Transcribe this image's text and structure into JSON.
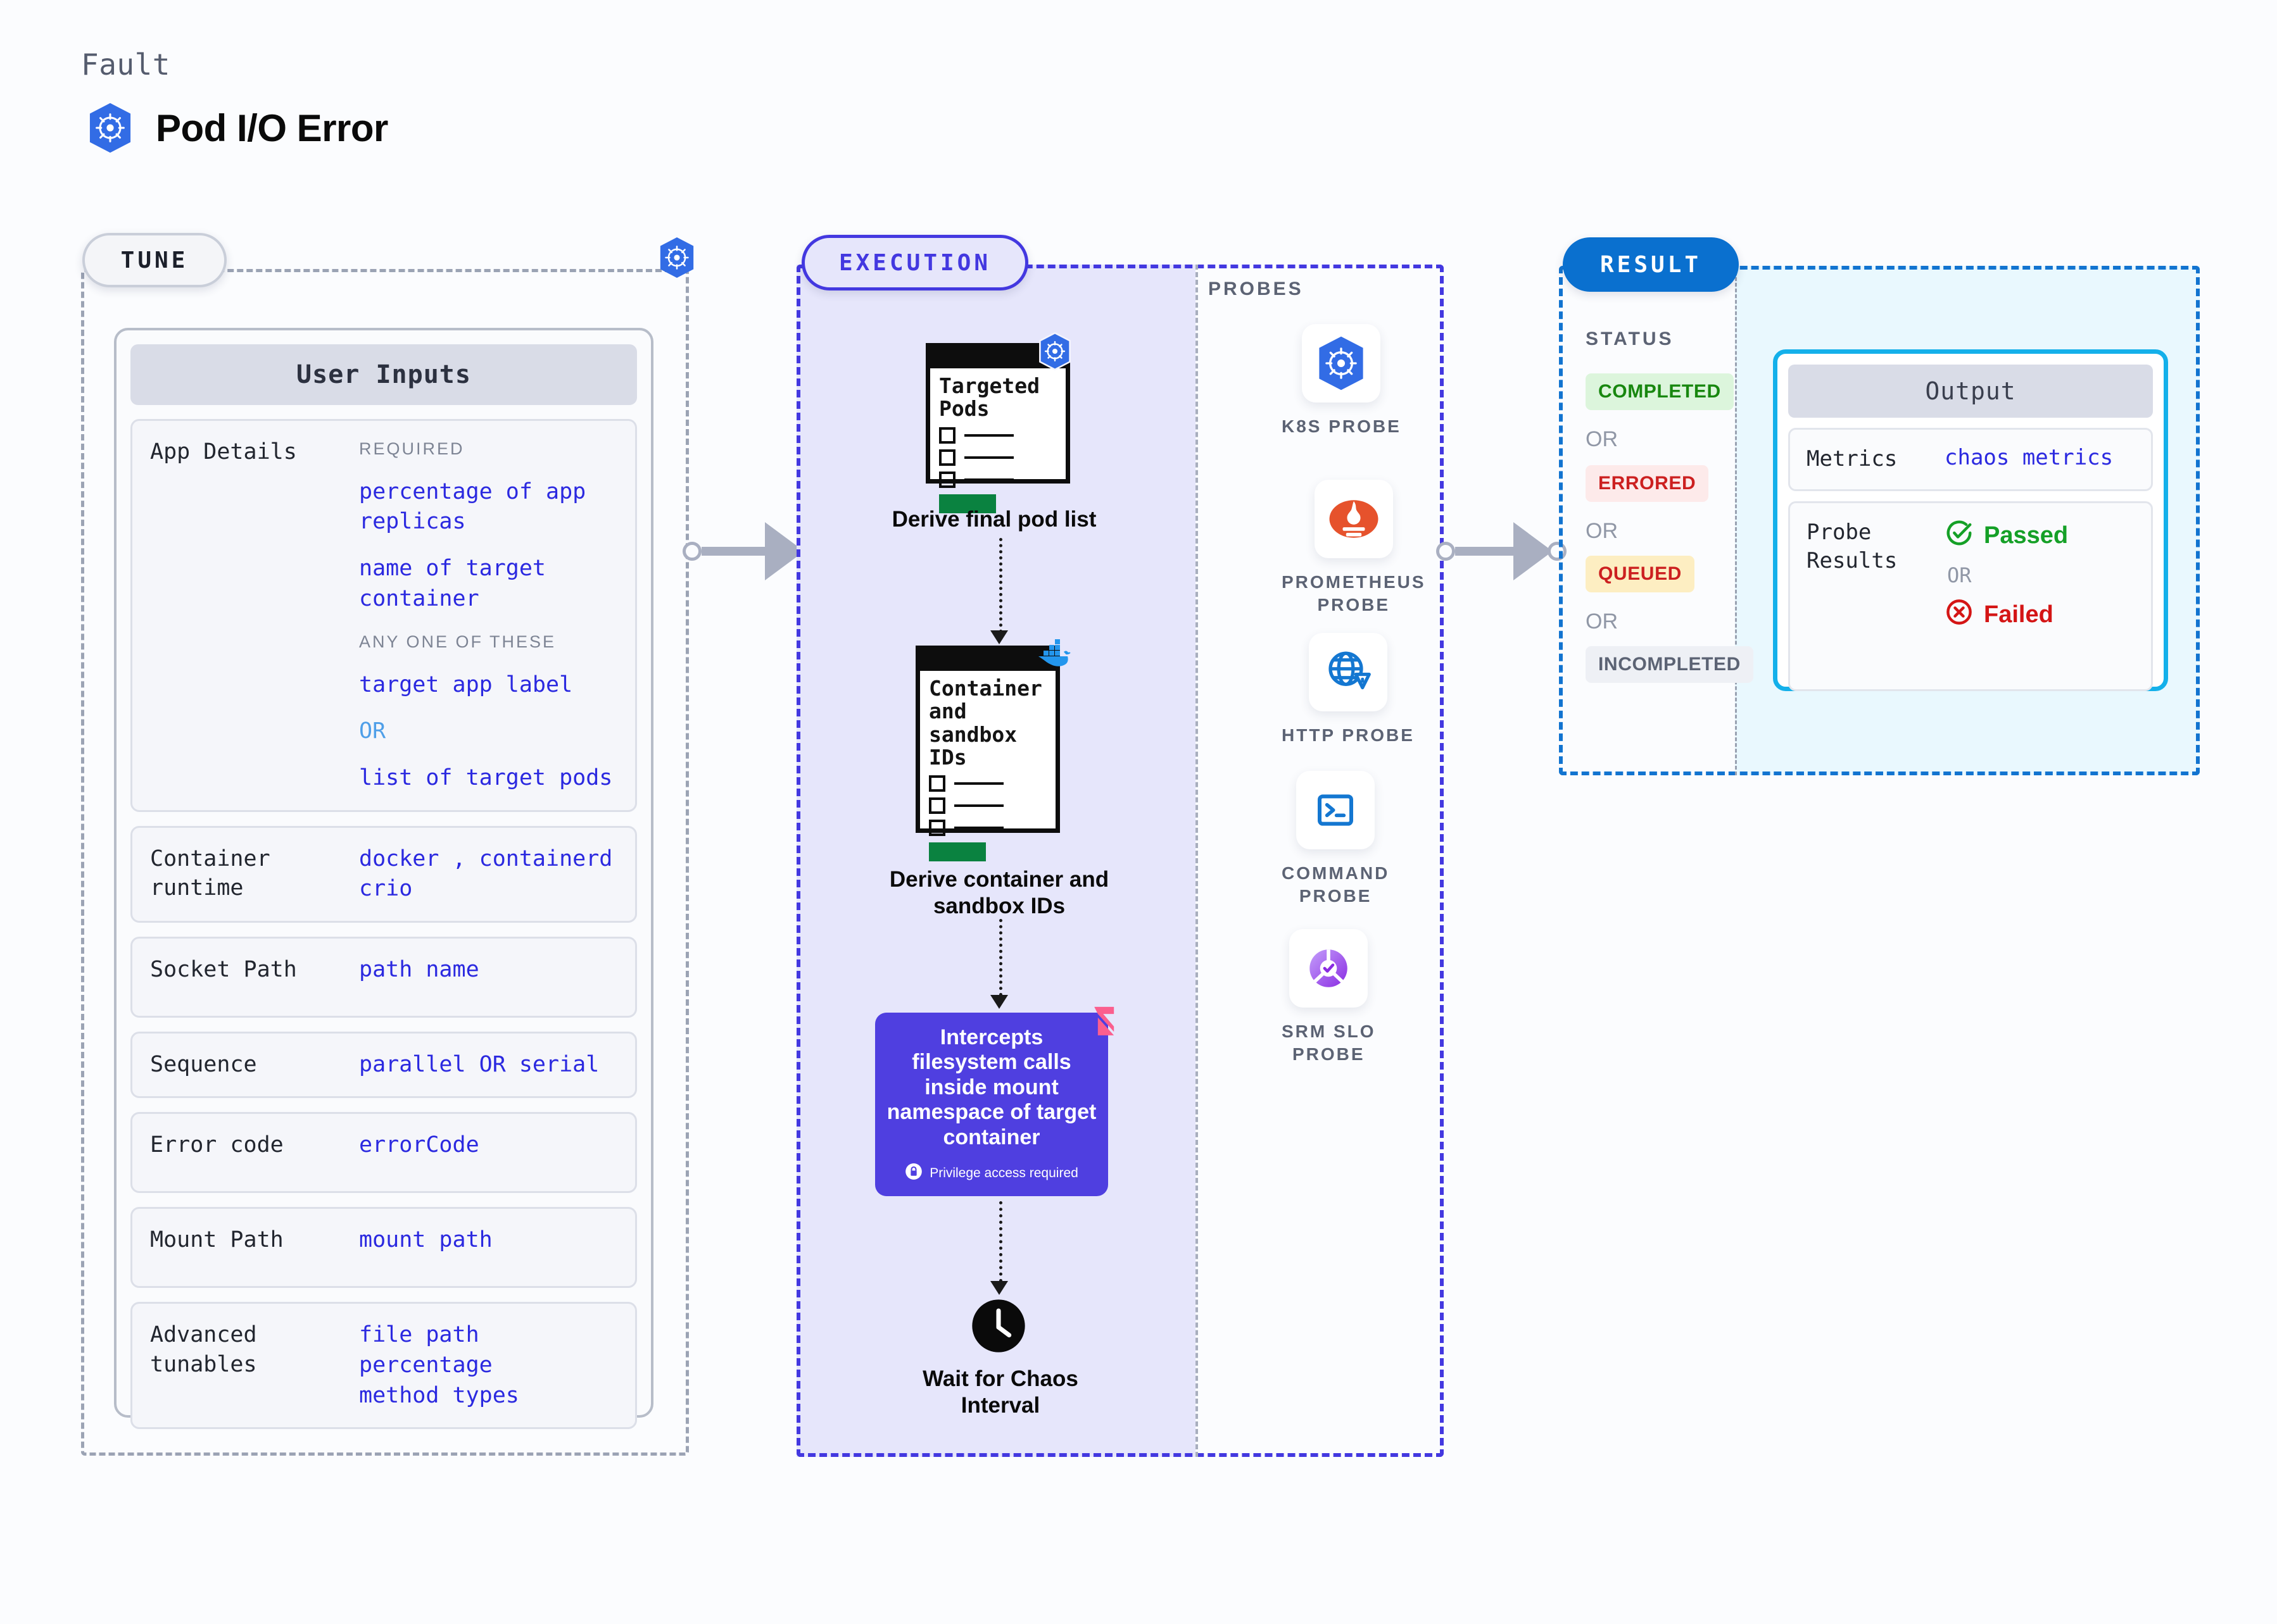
{
  "header": {
    "kicker": "Fault",
    "title": "Pod I/O Error",
    "icon": "kubernetes-icon"
  },
  "tune": {
    "chip": "TUNE",
    "badge_icon": "kubernetes-icon",
    "card_title": "User Inputs",
    "rows": [
      {
        "label": "App Details",
        "groups": [
          {
            "caption": "REQUIRED",
            "values": [
              "percentage of app replicas",
              "name of target container"
            ]
          },
          {
            "caption": "ANY ONE OF THESE",
            "values": [
              "target app label",
              "OR",
              "list of target pods"
            ]
          }
        ]
      },
      {
        "label": "Container runtime",
        "values": [
          "docker , containerd",
          "crio"
        ]
      },
      {
        "label": "Socket Path",
        "values": [
          "path name"
        ]
      },
      {
        "label": "Sequence",
        "values": [
          "parallel OR serial"
        ]
      },
      {
        "label": "Error code",
        "values": [
          "errorCode"
        ]
      },
      {
        "label": "Mount Path",
        "values": [
          "mount path"
        ]
      },
      {
        "label": "Advanced tunables",
        "values": [
          "file path",
          "percentage",
          "method types"
        ]
      }
    ]
  },
  "execution": {
    "chip": "EXECUTION",
    "steps": [
      {
        "note_title": "Targeted\nPods",
        "badge_icon": "kubernetes-icon",
        "caption": "Derive final pod list"
      },
      {
        "note_title": "Container\nand\nsandbox\nIDs",
        "badge_icon": "docker-icon",
        "caption": "Derive container and\nsandbox IDs"
      }
    ],
    "injection": {
      "text": "Intercepts filesystem calls inside mount namespace of target container",
      "privilege_note": "Privilege access required",
      "privilege_icon": "lock-icon",
      "corner_icon": "litmus-icon",
      "color": "#4f3fe0"
    },
    "wait": {
      "icon": "clock-icon",
      "caption": "Wait for Chaos\nInterval"
    }
  },
  "probes": {
    "label": "PROBES",
    "items": [
      {
        "name": "K8S  PROBE",
        "icon": "kubernetes-icon"
      },
      {
        "name": "PROMETHEUS\nPROBE",
        "icon": "prometheus-icon"
      },
      {
        "name": "HTTP PROBE",
        "icon": "globe-warning-icon"
      },
      {
        "name": "COMMAND\nPROBE",
        "icon": "terminal-icon"
      },
      {
        "name": "SRM SLO\nPROBE",
        "icon": "srm-slo-icon"
      }
    ]
  },
  "result": {
    "chip": "RESULT",
    "status_label": "STATUS",
    "or_label": "OR",
    "statuses": [
      {
        "text": "COMPLETED",
        "bg": "#dcf5dc",
        "fg": "#18870f"
      },
      {
        "text": "ERRORED",
        "bg": "#fdeaea",
        "fg": "#cc2020"
      },
      {
        "text": "QUEUED",
        "bg": "#fdeec2",
        "fg": "#cc2020"
      },
      {
        "text": "INCOMPLETED",
        "bg": "#eef0f5",
        "fg": "#5c6374"
      }
    ],
    "output": {
      "title": "Output",
      "metrics_label": "Metrics",
      "metrics_value": "chaos metrics",
      "probe_results_label": "Probe Results",
      "passed": "Passed",
      "failed": "Failed",
      "or_label": "OR",
      "passed_icon": "check-circle-icon",
      "failed_icon": "x-circle-icon",
      "accent": "#14b0ea"
    }
  }
}
